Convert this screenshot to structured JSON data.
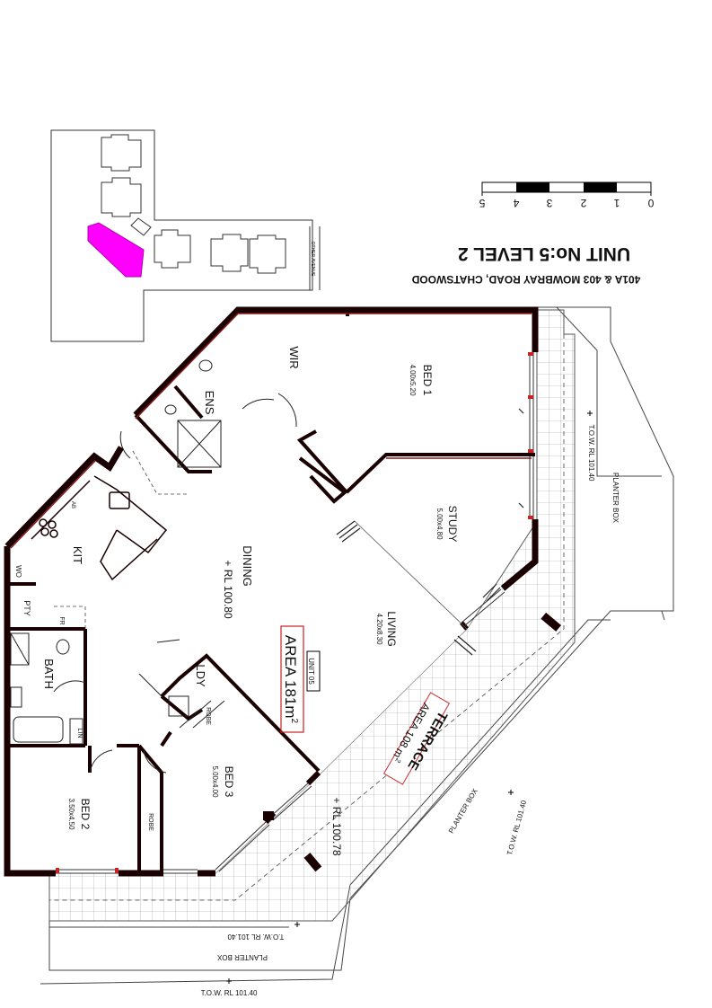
{
  "title": {
    "unit": "UNIT No:5  LEVEL 2",
    "address": "401A & 403 MOWBRAY ROAD, CHATSWOOD"
  },
  "scale_bar": {
    "labels": [
      "0",
      "1",
      "2",
      "3",
      "4",
      "5"
    ]
  },
  "site_plan": {
    "street_label": "OTHER AVENUE",
    "highlight_color": "#ff00ff"
  },
  "rooms": {
    "bed1": {
      "name": "BED 1",
      "dims": "4.00x5.20"
    },
    "wir": {
      "name": "WIR"
    },
    "ens": {
      "name": "ENS"
    },
    "study": {
      "name": "STUDY",
      "dims": "5.00x4.80"
    },
    "living": {
      "name": "LIVING",
      "dims": "4.20x8.30"
    },
    "dining": {
      "name": "DINING",
      "rl": "+ RL 100.80"
    },
    "kit": {
      "name": "KIT"
    },
    "ab": {
      "name": "AB"
    },
    "wo": {
      "name": "WO"
    },
    "pty": {
      "name": "PTY"
    },
    "fr": {
      "name": "FR"
    },
    "bath": {
      "name": "BATH"
    },
    "lin": {
      "name": "LIN"
    },
    "ldy": {
      "name": "LDY"
    },
    "robe3": {
      "name": "ROBE"
    },
    "bed3": {
      "name": "BED 3",
      "dims": "5.00x4.00"
    },
    "bed2": {
      "name": "BED 2",
      "dims": "3.50x4.50"
    },
    "robe2": {
      "name": "ROBE"
    }
  },
  "unit_tag": "UNIT 05",
  "area": {
    "label": "AREA 181m",
    "sup": "2"
  },
  "terrace": {
    "name": "TERRACE",
    "area": "AREA 108 m",
    "sup": "2",
    "rl": "+ RL 100.78"
  },
  "planter": {
    "label": "PLANTER BOX",
    "tow": "T.O.W. RL 101.40"
  },
  "colors": {
    "wall": "#1a0000",
    "wall_red": "#8b1a1a",
    "highlight": "#ff00ff",
    "window": "#cc2222"
  }
}
